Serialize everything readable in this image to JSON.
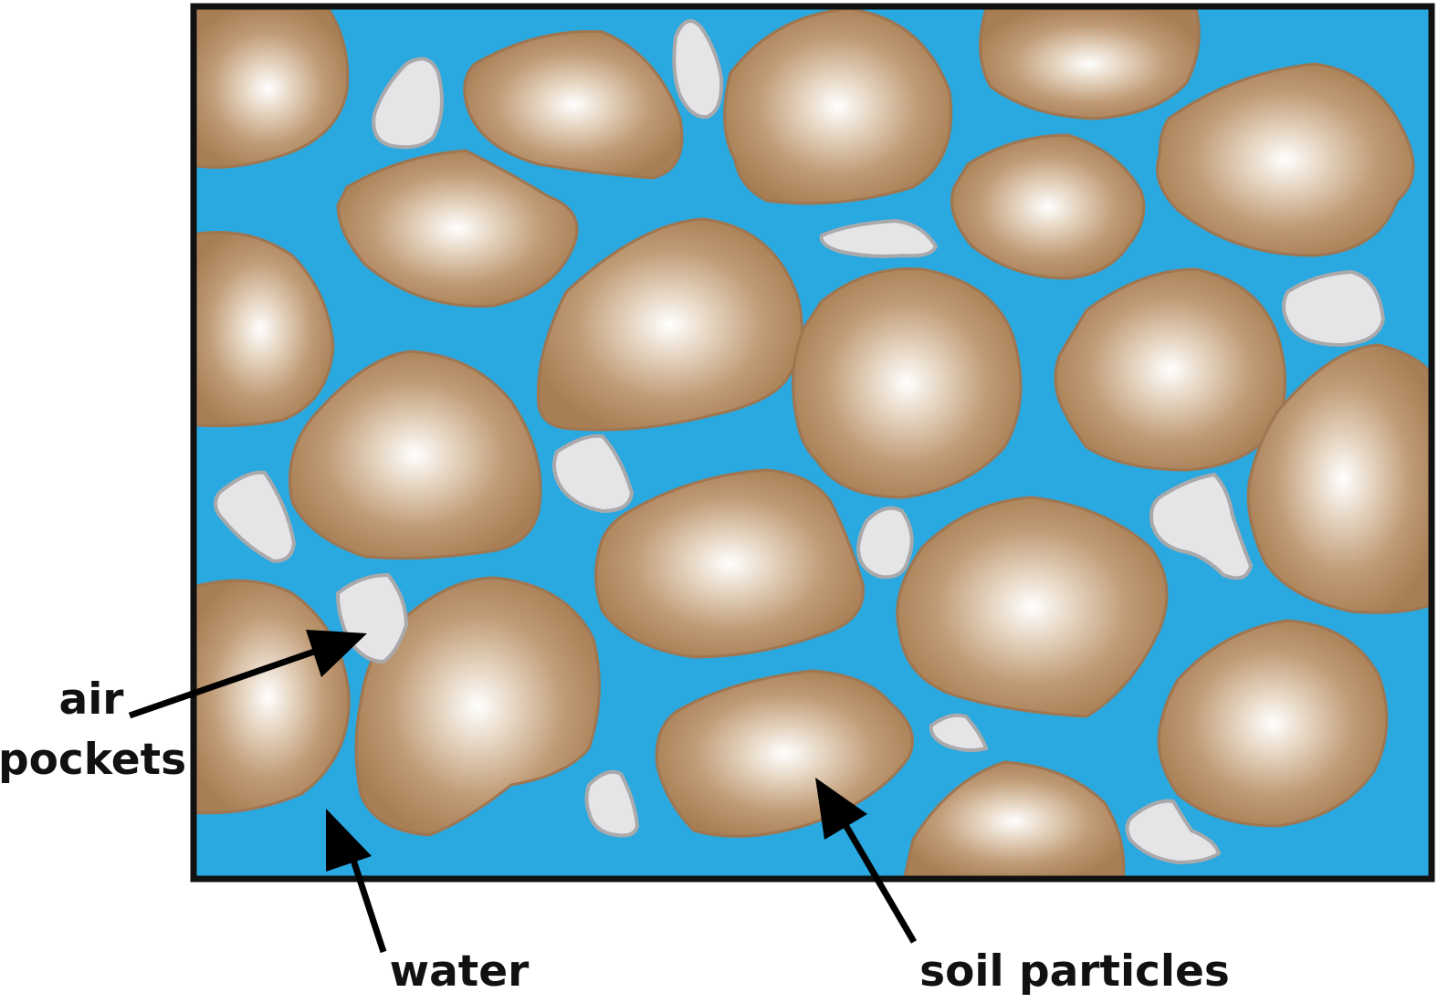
{
  "labels": {
    "air_line1": "air",
    "air_line2": "pockets",
    "water": "water",
    "soil": "soil particles"
  },
  "colors": {
    "water": "#2aa8e0",
    "soil_edge": "#a87e55",
    "soil_center": "#ffffff",
    "air_fill": "#e5e5e7",
    "air_edge": "#a9a9ab",
    "border": "#111111",
    "arrow": "#000000"
  }
}
